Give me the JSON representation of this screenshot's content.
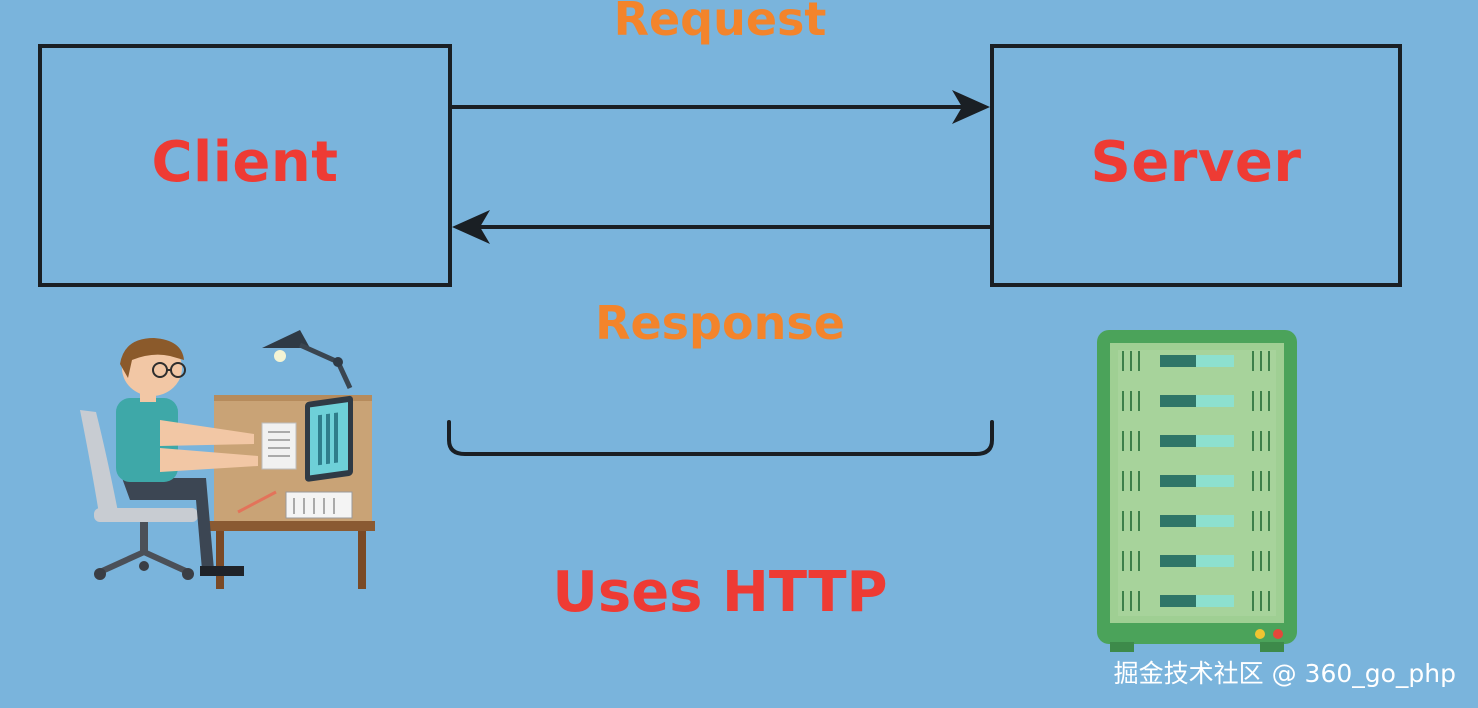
{
  "nodes": {
    "client": {
      "label": "Client"
    },
    "server": {
      "label": "Server"
    }
  },
  "edges": {
    "request": {
      "label": "Request"
    },
    "response": {
      "label": "Response"
    }
  },
  "protocol": {
    "label": "Uses HTTP"
  },
  "watermark": {
    "text": "掘金技术社区 @ 360_go_php"
  },
  "icons": {
    "client": "person-at-desk-icon",
    "server": "server-rack-icon"
  },
  "colors": {
    "background": "#7ab4dc",
    "node_label": "#ee3b34",
    "edge_label": "#f3842b",
    "lines": "#1a1f24",
    "server_green": "#4ba35a"
  }
}
